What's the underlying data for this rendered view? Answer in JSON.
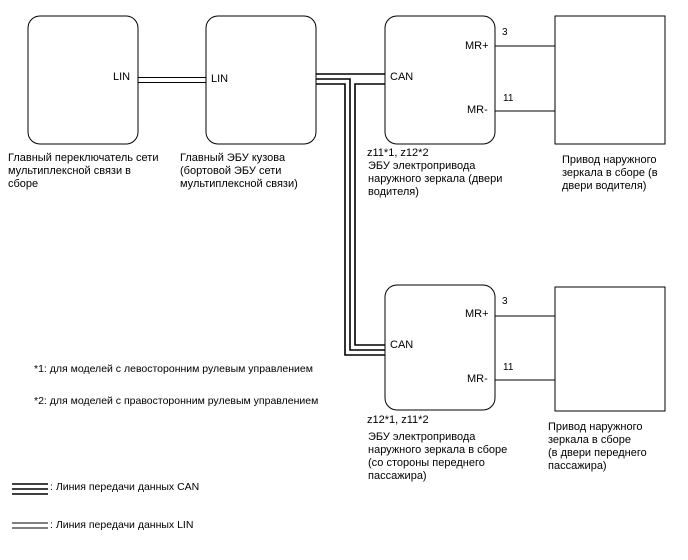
{
  "ecus": {
    "main_switch": {
      "port": "LIN",
      "caption": "Главный переключатель сети\nмультиплексной связи в\nсборе"
    },
    "body_ecu": {
      "port": "LIN",
      "caption": "Главный ЭБУ кузова\n(бортовой ЭБУ сети\nмультиплексной связи)"
    },
    "driver_mirror_ecu": {
      "port": "CAN",
      "pin_plus_label": "MR+",
      "pin_minus_label": "MR-",
      "connector": "z11*1, z12*2",
      "caption": "ЭБУ электропривода\nнаружного зеркала (двери\nводителя)"
    },
    "passenger_mirror_ecu": {
      "port": "CAN",
      "pin_plus_label": "MR+",
      "pin_minus_label": "MR-",
      "connector": "z12*1, z11*2",
      "caption": "ЭБУ электропривода\nнаружного зеркала в сборе\n(со стороны переднего\nпассажира)"
    }
  },
  "actuators": {
    "driver": {
      "pin_plus_no": "3",
      "pin_minus_no": "11",
      "caption": "Привод наружного\nзеркала в сборе (в\nдвери водителя)"
    },
    "passenger": {
      "pin_plus_no": "3",
      "pin_minus_no": "11",
      "caption": "Привод наружного\nзеркала в сборе\n(в двери переднего\nпассажира)"
    }
  },
  "footnotes": {
    "note1": "*1: для моделей с левосторонним рулевым управлением",
    "note2": "*2: для моделей с правосторонним рулевым управлением"
  },
  "legend": {
    "can": ": Линия передачи данных CAN",
    "lin": ": Линия передачи данных LIN"
  }
}
